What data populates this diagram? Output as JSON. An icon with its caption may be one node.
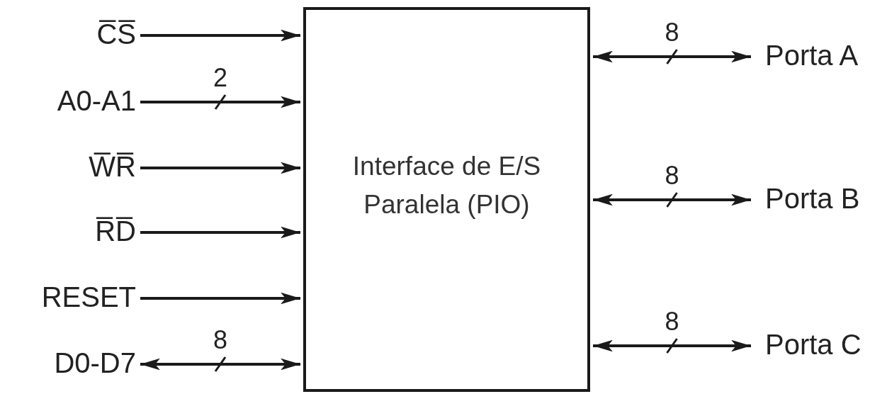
{
  "diagram": {
    "nodes": [
      {
        "text": [
          "Interface de E/S Paralela (PIO)"
        ]
      },
      {
        "text": [
          "C̅S̅"
        ]
      },
      {
        "text": [
          "A0-A1"
        ]
      },
      {
        "text": [
          "W̅R̅"
        ]
      },
      {
        "text": [
          "R̅D̅"
        ]
      },
      {
        "text": [
          "RESET"
        ]
      },
      {
        "text": [
          "D0-D7"
        ]
      },
      {
        "text": [
          "Porta A"
        ]
      },
      {
        "text": [
          "Porta B"
        ]
      },
      {
        "text": [
          "Porta C"
        ]
      }
    ],
    "edges": [
      {
        "from": 1,
        "to": 0,
        "arrow": "to"
      },
      {
        "from": 2,
        "to": 0,
        "arrow": "to",
        "label": "2"
      },
      {
        "from": 3,
        "to": 0,
        "arrow": "to"
      },
      {
        "from": 4,
        "to": 0,
        "arrow": "to"
      },
      {
        "from": 5,
        "to": 0,
        "arrow": "to"
      },
      {
        "from": 6,
        "to": 0,
        "arrow": "both",
        "label": "8"
      },
      {
        "from": 0,
        "to": 7,
        "arrow": "both",
        "label": "8"
      },
      {
        "from": 0,
        "to": 8,
        "arrow": "both",
        "label": "8"
      },
      {
        "from": 0,
        "to": 9,
        "arrow": "both",
        "label": "8"
      }
    ]
  }
}
